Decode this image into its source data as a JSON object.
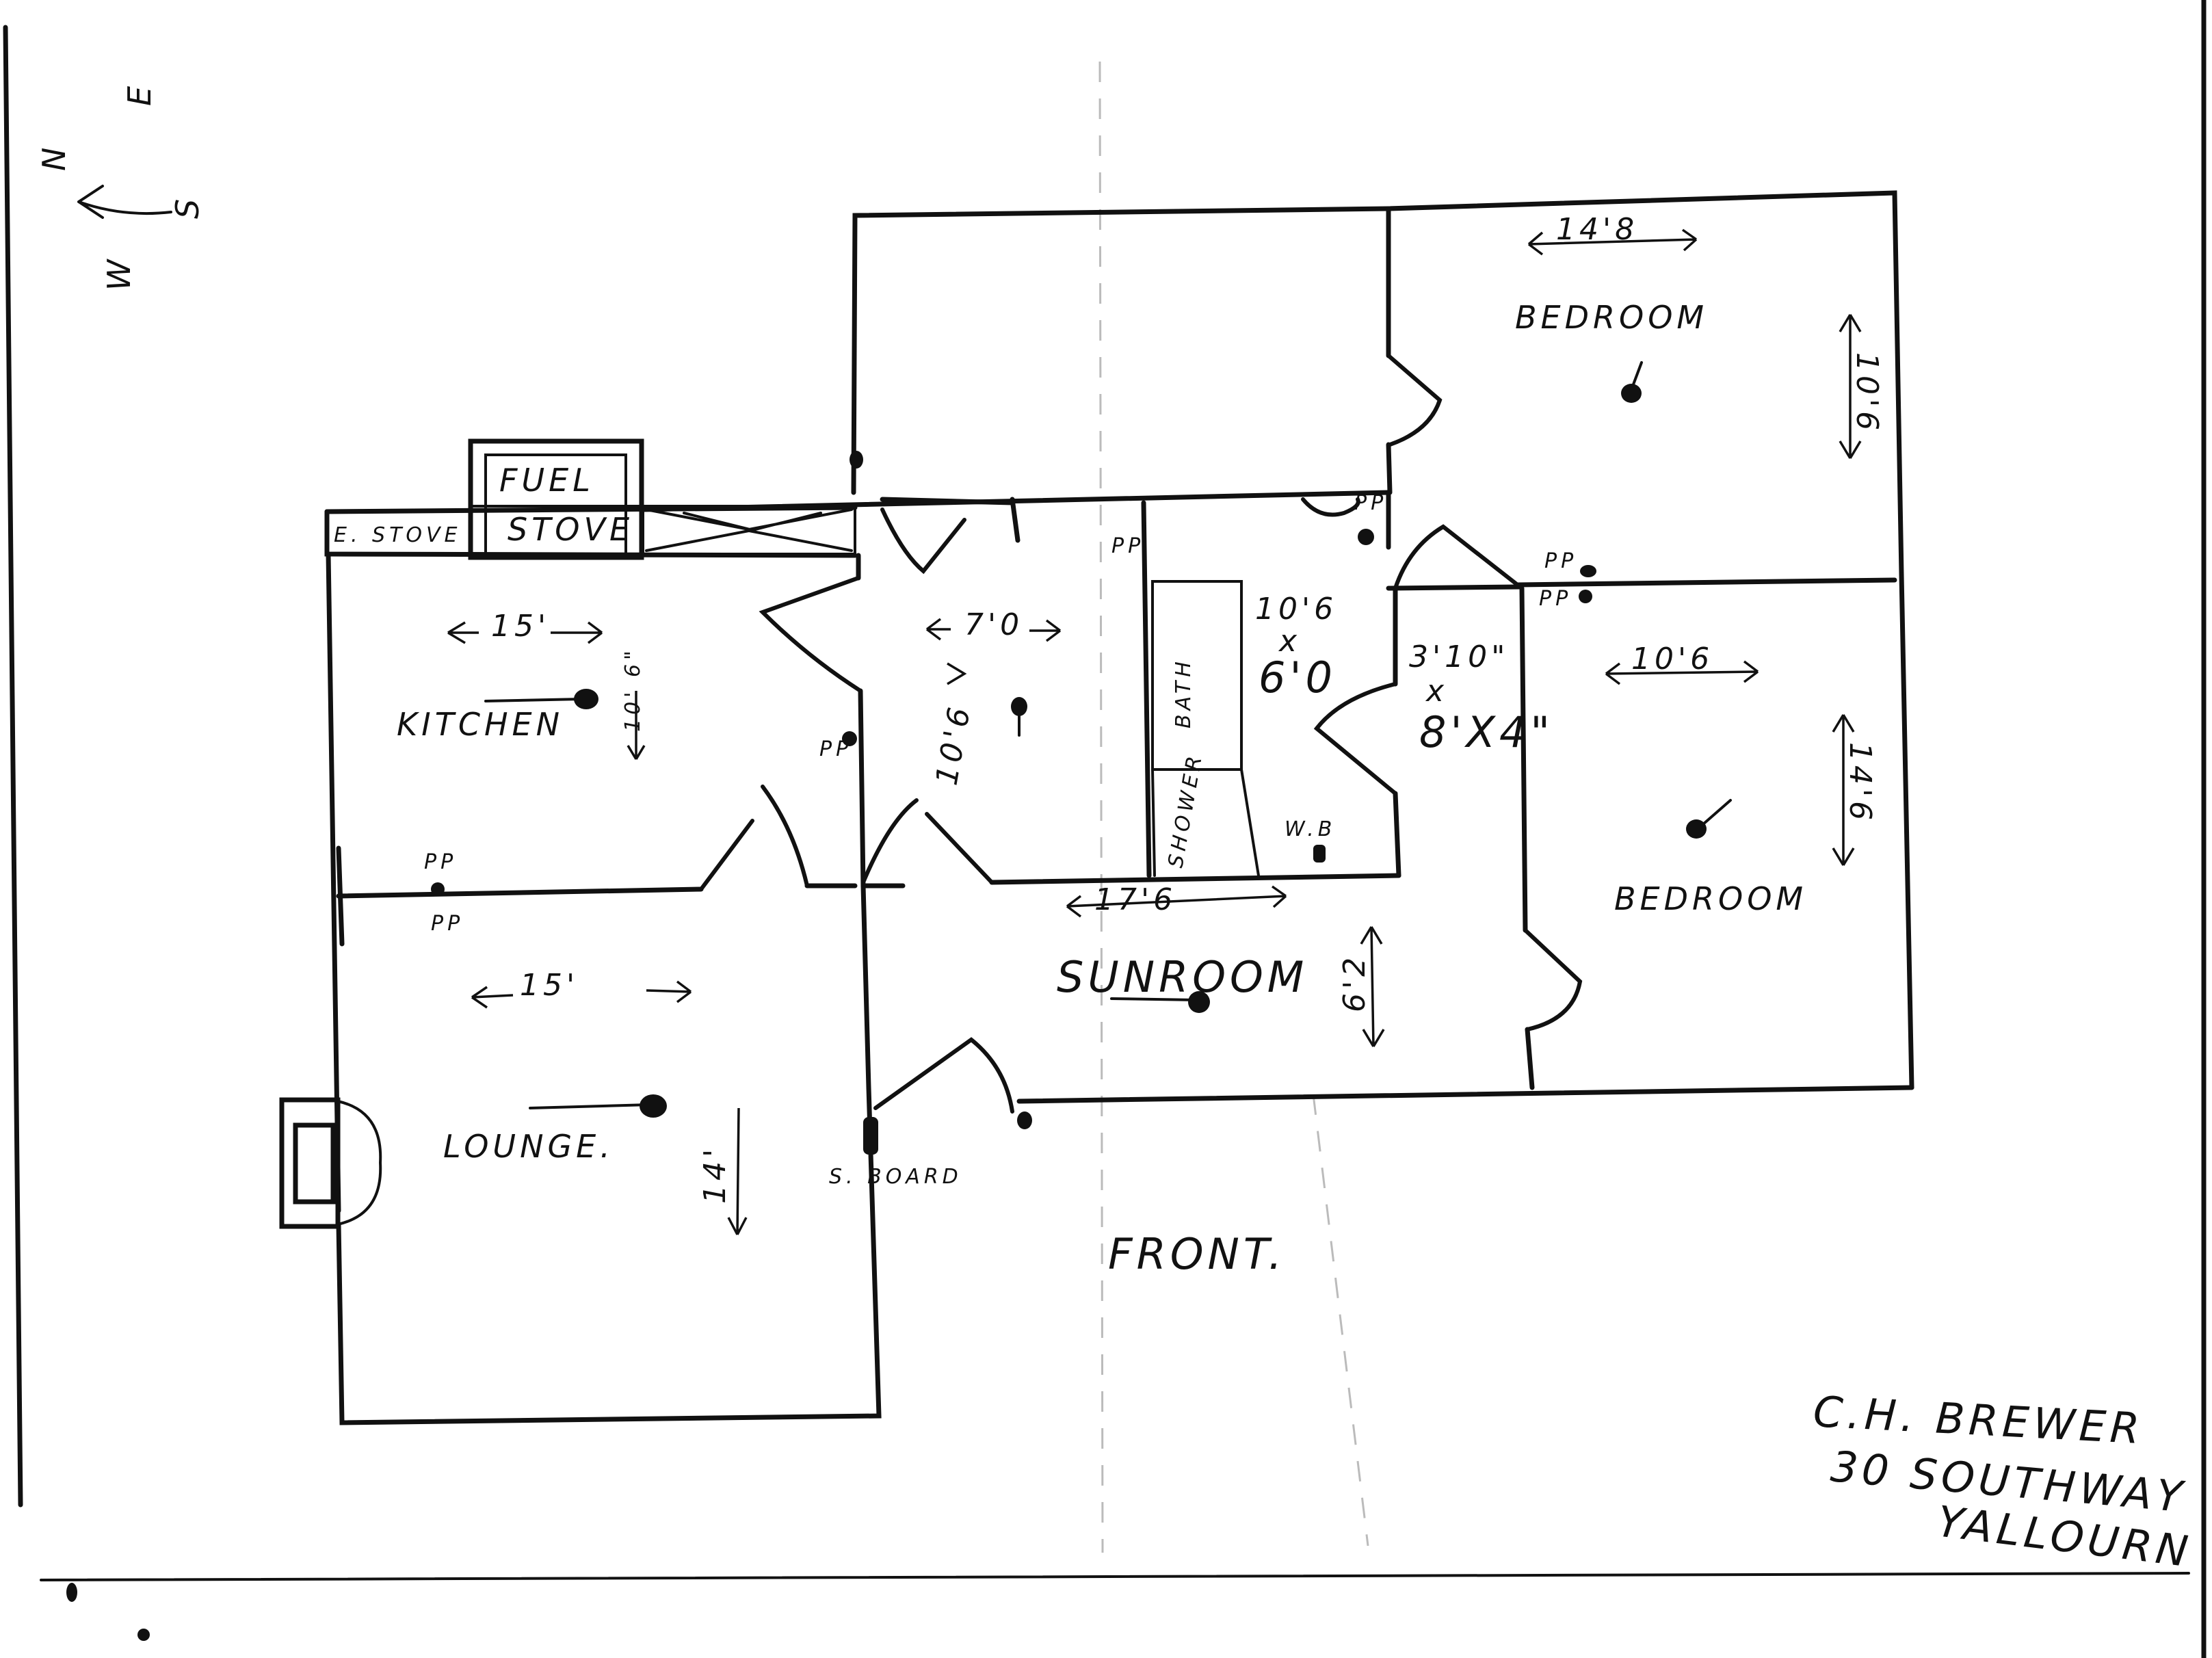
{
  "compass": {
    "n": "N",
    "e": "E",
    "s": "S",
    "w": "W"
  },
  "rooms": {
    "kitchen": "KITCHEN",
    "lounge": "LOUNGE.",
    "sunroom": "SUNROOM",
    "bedroom_1": "BEDROOM",
    "bedroom_2": "BEDROOM",
    "bath": "BATH",
    "shower": "SHOWER"
  },
  "fixtures": {
    "fuel": "FUEL",
    "stove": "STOVE",
    "e_stove": "E. STOVE",
    "wb": "W.B",
    "sboard": "S. BOARD"
  },
  "power_points": {
    "label": "PP"
  },
  "dimensions": {
    "bedroom1_width": "14'8",
    "bedroom1_depth": "10'6",
    "bedroom2_width": "10'6",
    "bedroom2_depth": "14'6",
    "kitchen_width": "15'",
    "kitchen_depth": "10' 6\"",
    "hall_width": "7'0",
    "hall_depth": "10'6",
    "bath_size_1": "10'6",
    "bath_size_x": "x",
    "bath_size_2": "6'0",
    "wc_size_1": "3'10\"",
    "wc_size_x": "x",
    "wc_size_2": "8'X4\"",
    "sunroom_width": "17'6",
    "sunroom_depth": "6'2",
    "lounge_width": "15'",
    "lounge_depth": "14'"
  },
  "front_label": "FRONT.",
  "owner": {
    "name": "C.H. BREWER",
    "street": "30 SOUTHWAY",
    "town": "YALLOURN"
  }
}
